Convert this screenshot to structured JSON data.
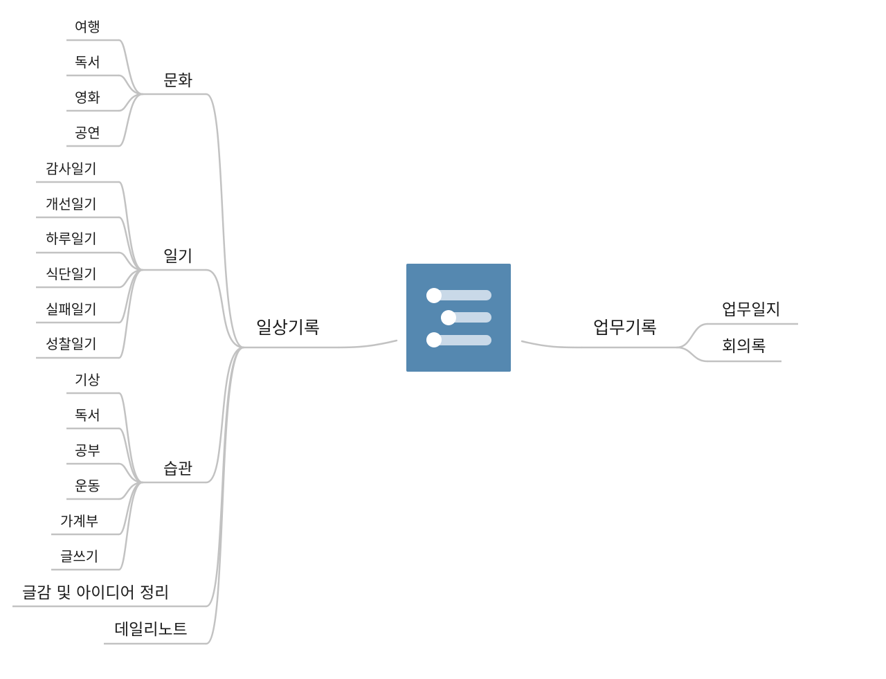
{
  "root": {
    "icon": "mind-map-list-icon",
    "icon_bg_color": "#5588B0"
  },
  "branches": [
    {
      "label": "일상기록",
      "side": "left",
      "children": [
        {
          "label": "문화",
          "children": [
            "여행",
            "독서",
            "영화",
            "공연"
          ]
        },
        {
          "label": "일기",
          "children": [
            "감사일기",
            "개선일기",
            "하루일기",
            "식단일기",
            "실패일기",
            "성찰일기"
          ]
        },
        {
          "label": "습관",
          "children": [
            "기상",
            "독서",
            "공부",
            "운동",
            "가계부",
            "글쓰기"
          ]
        },
        {
          "label": "글감 및 아이디어 정리",
          "children": []
        },
        {
          "label": "데일리노트",
          "children": []
        }
      ]
    },
    {
      "label": "업무기록",
      "side": "right",
      "children": [
        {
          "label": "업무일지",
          "children": []
        },
        {
          "label": "회의록",
          "children": []
        }
      ]
    }
  ],
  "colors": {
    "connector": "#C2C2C2",
    "text": "#1A1A1A"
  }
}
